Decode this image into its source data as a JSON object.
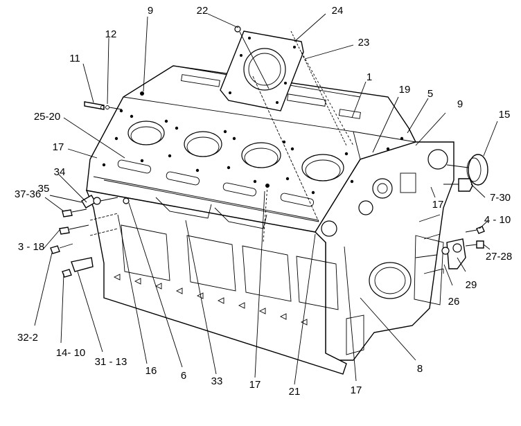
{
  "callouts": [
    {
      "id": "c9a",
      "text": "9"
    },
    {
      "id": "c22",
      "text": "22"
    },
    {
      "id": "c24",
      "text": "24"
    },
    {
      "id": "c23",
      "text": "23"
    },
    {
      "id": "c12",
      "text": "12"
    },
    {
      "id": "c11",
      "text": "11"
    },
    {
      "id": "c1",
      "text": "1"
    },
    {
      "id": "c19",
      "text": "19"
    },
    {
      "id": "c5",
      "text": "5"
    },
    {
      "id": "c9b",
      "text": "9"
    },
    {
      "id": "c15",
      "text": "15"
    },
    {
      "id": "c25-20",
      "text": "25-20"
    },
    {
      "id": "c17a",
      "text": "17"
    },
    {
      "id": "c34",
      "text": "34"
    },
    {
      "id": "c35",
      "text": "35"
    },
    {
      "id": "c37-36",
      "text": "37-36"
    },
    {
      "id": "c3-18",
      "text": "3 - 18"
    },
    {
      "id": "c7-30",
      "text": "7-30"
    },
    {
      "id": "c17b",
      "text": "17"
    },
    {
      "id": "c4-10",
      "text": "4 - 10"
    },
    {
      "id": "c27-28",
      "text": "27-28"
    },
    {
      "id": "c29",
      "text": "29"
    },
    {
      "id": "c26",
      "text": "26"
    },
    {
      "id": "c32-2",
      "text": "32-2"
    },
    {
      "id": "c14-10",
      "text": "14- 10"
    },
    {
      "id": "c31-13",
      "text": "31 - 13"
    },
    {
      "id": "c16",
      "text": "16"
    },
    {
      "id": "c6",
      "text": "6"
    },
    {
      "id": "c33",
      "text": "33"
    },
    {
      "id": "c17c",
      "text": "17"
    },
    {
      "id": "c21",
      "text": "21"
    },
    {
      "id": "c17d",
      "text": "17"
    },
    {
      "id": "c8",
      "text": "8"
    }
  ]
}
